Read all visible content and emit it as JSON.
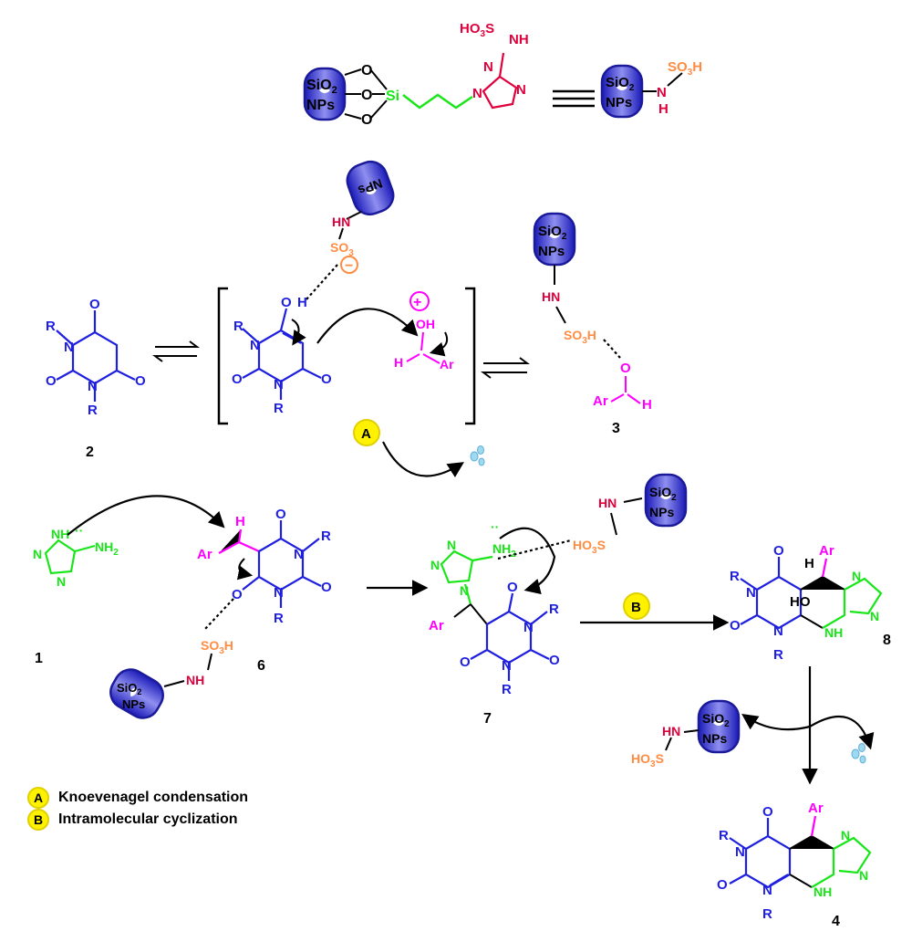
{
  "colors": {
    "barbiturate": "#1f1fe0",
    "triazole": "#19e619",
    "aldehyde": "#ff00ff",
    "sulfonic": "#ff8c42",
    "amine": "#e0003c",
    "catalyst": "#3a3ad8",
    "badge": "#fff200",
    "arrow": "#000000"
  },
  "catalyst": {
    "sio2": "SiO",
    "sio2_sub": "2",
    "nps": "NPs",
    "si": "Si",
    "o": "O",
    "hn": "HN",
    "nh": "NH",
    "n": "N",
    "h": "H",
    "so3h": "SO",
    "so3h_sub": "3",
    "so3h_h": "H",
    "hso3": "HO",
    "hso3_sub": "3",
    "hso3_s": "S",
    "so3_minus": "SO",
    "so3_minus_sub": "3"
  },
  "atoms": {
    "R": "R",
    "O": "O",
    "N": "N",
    "H": "H",
    "OH": "OH",
    "HO": "HO",
    "Ar": "Ar",
    "NH2": "NH",
    "NH2_sub": "2",
    "NH": "NH",
    "minus": "−",
    "plus": "+",
    "lone_pair": "··"
  },
  "compounds": {
    "c1": "1",
    "c2": "2",
    "c3": "3",
    "c4": "4",
    "c6": "6",
    "c7": "7",
    "c8": "8"
  },
  "steps": {
    "A": {
      "badge": "A",
      "label": "Knoevenagel condensation"
    },
    "B": {
      "badge": "B",
      "label": "Intramolecular cyclization"
    }
  }
}
